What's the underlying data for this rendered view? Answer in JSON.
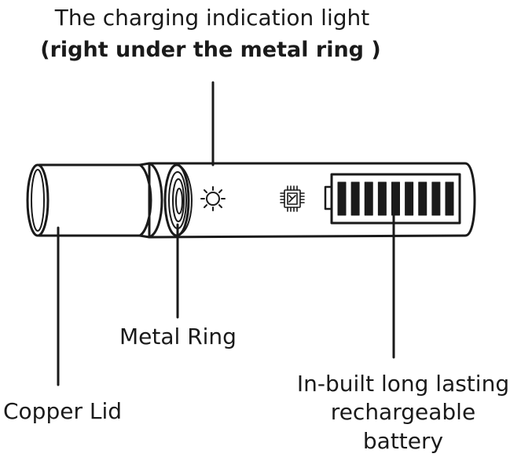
{
  "labels": {
    "title_line1": "The charging indication light",
    "title_line2": "(right under the metal ring )",
    "metal_ring": "Metal Ring",
    "copper_lid": "Copper Lid",
    "battery_line1": "In-built long lasting",
    "battery_line2": "rechargeable",
    "battery_line3": "battery"
  },
  "battery": {
    "level_fraction": 1.0,
    "bar_count": 9
  },
  "colors": {
    "stroke": "#1a1a1a",
    "background": "#ffffff"
  }
}
